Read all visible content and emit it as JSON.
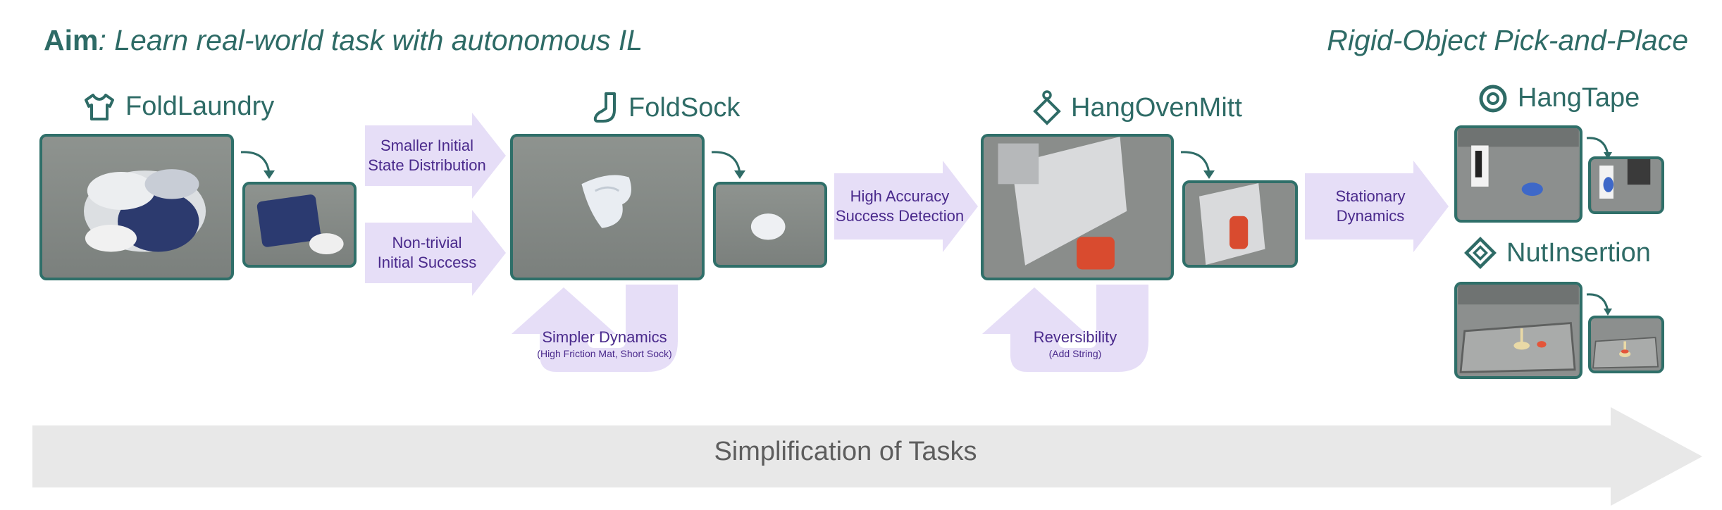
{
  "header": {
    "aim_bold": "Aim",
    "aim_rest": ": Learn real-world task with autonomous IL",
    "rigid_title": "Rigid-Object Pick-and-Place"
  },
  "tasks": {
    "fold_laundry": "FoldLaundry",
    "fold_sock": "FoldSock",
    "hang_oven_mitt": "HangOvenMitt",
    "hang_tape": "HangTape",
    "nut_insertion": "NutInsertion"
  },
  "arrows": {
    "smaller_initial": "Smaller Initial\nState Distribution",
    "nontrivial": "Non-trivial\nInitial Success",
    "simpler_dynamics": "Simpler Dynamics",
    "simpler_dynamics_sub": "(High Friction Mat, Short Sock)",
    "high_accuracy": "High Accuracy\nSuccess Detection",
    "reversibility": "Reversibility",
    "reversibility_sub": "(Add String)",
    "stationary": "Stationary\nDynamics"
  },
  "bottom": {
    "label": "Simplification of Tasks"
  },
  "colors": {
    "teal": "#2e6b66",
    "purple_fill": "#e6def7",
    "purple_text": "#4a2a8c",
    "gray_arrow": "#e8e8e8"
  }
}
